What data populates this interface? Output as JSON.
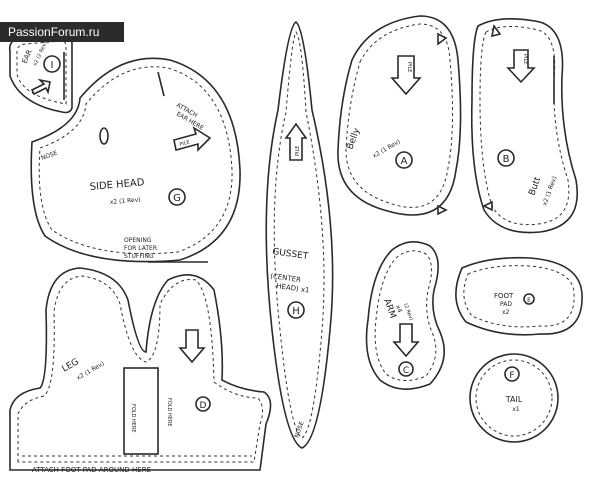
{
  "watermark": "PassionForum.ru",
  "pieces": {
    "ear": {
      "name": "EAR",
      "count": "x2 (2 Rev)",
      "letter": "I"
    },
    "side_head": {
      "name": "SIDE HEAD",
      "count": "x2 (1 Rev)",
      "letter": "G",
      "nose": "NOSE",
      "attach_ear": [
        "ATTACH",
        "EAR HERE"
      ],
      "opening": [
        "OPENING",
        "FOR LATER",
        "STUFFING"
      ]
    },
    "gusset": {
      "name": "GUSSET",
      "note": "(CENTER",
      "note2": "HEAD) x1",
      "letter": "H",
      "nose": "NOSE"
    },
    "belly": {
      "name": "Belly",
      "count": "x2 (1 Rev)",
      "letter": "A"
    },
    "butt": {
      "name": "Butt",
      "count": "x2 (1 Rev)",
      "letter": "B"
    },
    "arm": {
      "name": "ARM",
      "count": "x4",
      "rev": "(2 Rev)",
      "letter": "C"
    },
    "foot_pad": {
      "name": "FOOT",
      "name2": "PAD",
      "count": "x2",
      "letter": "E"
    },
    "tail": {
      "name": "TAIL",
      "count": "x1",
      "letter": "F"
    },
    "leg": {
      "name": "LEG",
      "count": "x2 (1 Rev)",
      "letter": "D",
      "fold": "FOLD HERE",
      "attach_foot": "ATTACH FOOT PAD AROUND HERE"
    }
  },
  "pile_label": "PILE"
}
